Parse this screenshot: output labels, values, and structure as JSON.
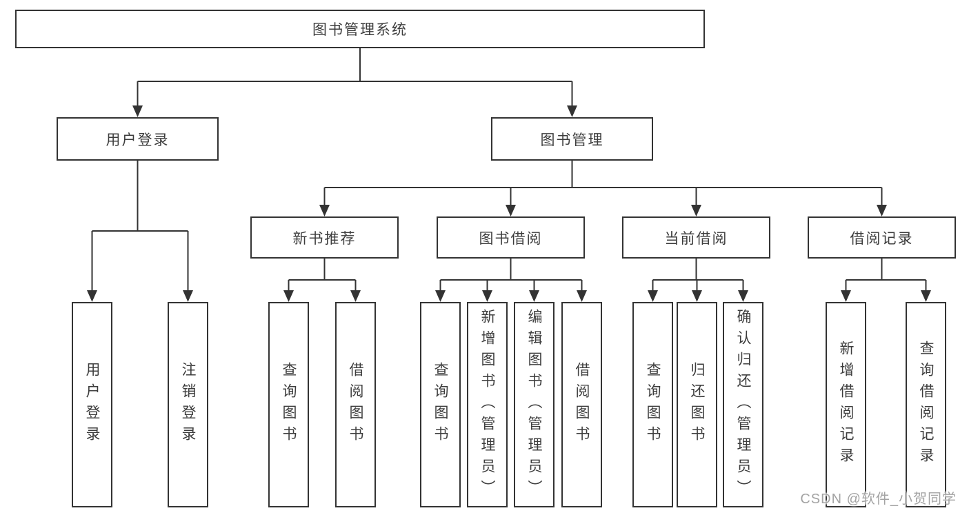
{
  "diagram": {
    "root": {
      "label": "图书管理系统"
    },
    "level2": [
      {
        "label": "用户登录"
      },
      {
        "label": "图书管理"
      }
    ],
    "level3": [
      {
        "label": "新书推荐"
      },
      {
        "label": "图书借阅"
      },
      {
        "label": "当前借阅"
      },
      {
        "label": "借阅记录"
      }
    ],
    "leaves": {
      "user_login": [
        "用户登录",
        "注销登录"
      ],
      "new_book": [
        "查询图书",
        "借阅图书"
      ],
      "borrow": [
        "查询图书",
        "新增图书（管理员）",
        "编辑图书（管理员）",
        "借阅图书"
      ],
      "current": [
        "查询图书",
        "归还图书",
        "确认归还（管理员）"
      ],
      "records": [
        "新增借阅记录",
        "查询借阅记录"
      ]
    },
    "colors": {
      "line": "#333333",
      "box_border": "#333333",
      "text": "#3d3d3d",
      "background": "#ffffff",
      "watermark": "#a3a3a3"
    }
  },
  "watermark": {
    "text": "CSDN @软件_小贺同学"
  }
}
